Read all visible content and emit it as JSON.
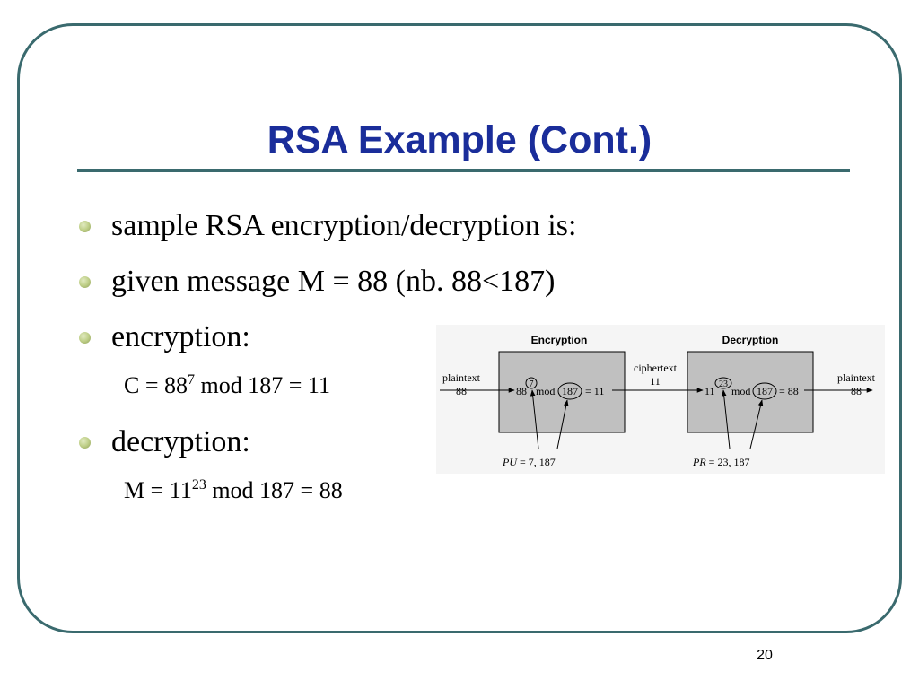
{
  "slide": {
    "title": "RSA Example (Cont.)",
    "page_number": "20"
  },
  "bullets": [
    {
      "text": "sample RSA encryption/decryption is:"
    },
    {
      "text": "given message M = 88 (nb. 88<187)"
    },
    {
      "text": "encryption:"
    },
    {
      "text": "decryption:"
    }
  ],
  "encryption_eq": {
    "prefix": "C = 88",
    "exp": "7",
    "suffix": " mod 187 = 11"
  },
  "decryption_eq": {
    "prefix": "M = 11",
    "exp": "23",
    "suffix": " mod 187 = 88"
  },
  "diagram": {
    "enc_header": "Encryption",
    "dec_header": "Decryption",
    "plaintext_in_label": "plaintext",
    "plaintext_in_value": "88",
    "ciphertext_label": "ciphertext",
    "ciphertext_value": "11",
    "plaintext_out_label": "plaintext",
    "plaintext_out_value": "88",
    "enc_input": "88",
    "enc_exp": "7",
    "enc_mod": "mod",
    "enc_modulus": "187",
    "enc_result": "= 11",
    "dec_input": "11",
    "dec_exp": "23",
    "dec_mod": "mod",
    "dec_modulus": "187",
    "dec_result": "= 88",
    "pu_key": "PU",
    "pu_values": " = 7, 187",
    "pr_key": "PR",
    "pr_values": " = 23, 187"
  },
  "colors": {
    "title": "#1a2d9a",
    "frame": "#3a6a6e",
    "bullet": "#bfcf88",
    "box_fill": "#c0c0c0"
  }
}
